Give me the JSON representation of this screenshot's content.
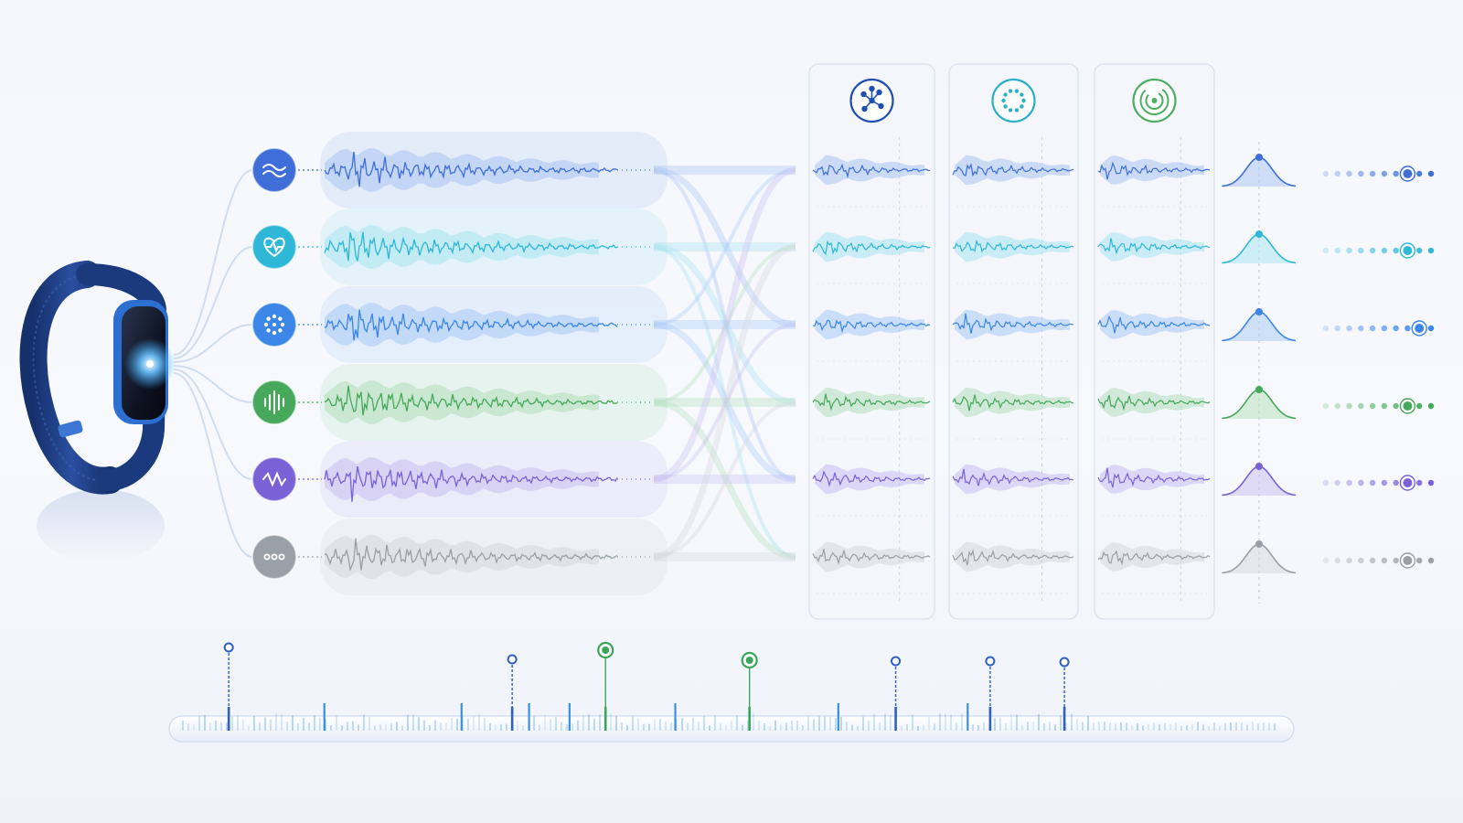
{
  "colors": {
    "background": "#f4f7fc",
    "device_band": "#1f3f86",
    "device_screen": "#10182a",
    "device_glow": "#3aa8ff",
    "panel_border": "#d9e2ef",
    "panel_fill": "#f3f6fb",
    "timeline_tick": "#3a8fe0",
    "timeline_marker_green": "#3aa65a",
    "timeline_marker_blue": "#2f5fc0"
  },
  "device": {
    "name": "wearable-band",
    "icon": "fitness-band-icon"
  },
  "channels": [
    {
      "id": "motion",
      "icon": "wave-lines-icon",
      "color": "#3f6ed8",
      "light": "#aac4f3"
    },
    {
      "id": "heart",
      "icon": "heart-pulse-icon",
      "color": "#2fb7d8",
      "light": "#a6e3f1"
    },
    {
      "id": "breath",
      "icon": "dot-ring-icon",
      "color": "#3b86e6",
      "light": "#a7c9f5"
    },
    {
      "id": "audio",
      "icon": "sound-bars-icon",
      "color": "#46a85a",
      "light": "#b3dfb9"
    },
    {
      "id": "signal",
      "icon": "zigzag-icon",
      "color": "#7a62d6",
      "light": "#c8bdf1"
    },
    {
      "id": "other",
      "icon": "more-dots-icon",
      "color": "#9aa0a8",
      "light": "#d4d7dc"
    }
  ],
  "panels": [
    {
      "id": "graph",
      "icon": "network-nodes-icon",
      "color": "#1f4fb0"
    },
    {
      "id": "cluster",
      "icon": "dotted-circle-icon",
      "color": "#2ab0c8"
    },
    {
      "id": "radar",
      "icon": "concentric-rings-icon",
      "color": "#4cae63"
    }
  ],
  "distribution_markers": [
    0.82,
    0.74,
    0.86,
    0.78,
    0.8,
    0.76
  ],
  "timeline": {
    "markers": [
      {
        "pos": 0.053,
        "style": "blue"
      },
      {
        "pos": 0.305,
        "style": "blue"
      },
      {
        "pos": 0.388,
        "style": "green"
      },
      {
        "pos": 0.516,
        "style": "green"
      },
      {
        "pos": 0.646,
        "style": "blue"
      },
      {
        "pos": 0.73,
        "style": "blue"
      },
      {
        "pos": 0.796,
        "style": "blue"
      }
    ]
  }
}
